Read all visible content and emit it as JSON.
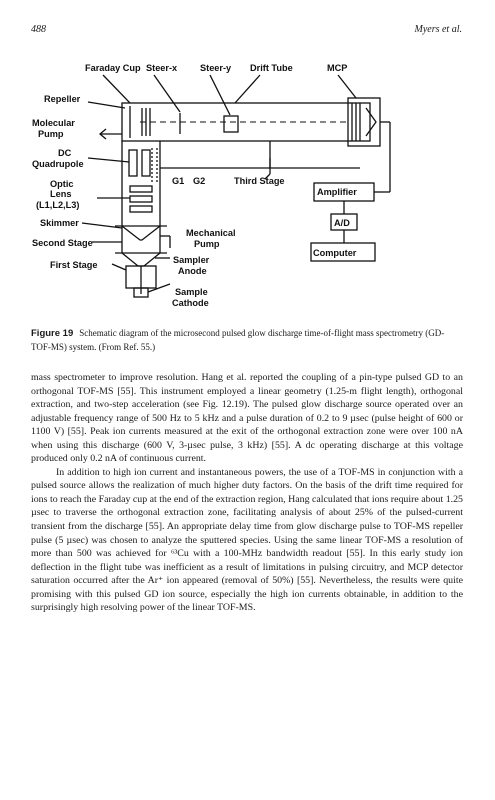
{
  "header": {
    "page_number": "488",
    "running_author": "Myers et al."
  },
  "figure": {
    "labels": {
      "faraday_cup": "Faraday Cup",
      "steer_x": "Steer-x",
      "steer_y": "Steer-y",
      "drift_tube": "Drift Tube",
      "mcp": "MCP",
      "repeller": "Repeller",
      "molecular_pump_1": "Molecular",
      "molecular_pump_2": "Pump",
      "dc_quadrupole_1": "DC",
      "dc_quadrupole_2": "Quadrupole",
      "optic_lens_1": "Optic",
      "optic_lens_2": "Lens",
      "optic_lens_3": "(L1,L2,L3)",
      "g1": "G1",
      "g2": "G2",
      "third_stage": "Third Stage",
      "amplifier": "Amplifier",
      "skimmer": "Skimmer",
      "mechanical_pump_1": "Mechanical",
      "mechanical_pump_2": "Pump",
      "ad": "A/D",
      "second_stage": "Second Stage",
      "computer": "Computer",
      "first_stage": "First Stage",
      "sampler_anode_1": "Sampler",
      "sampler_anode_2": "Anode",
      "sample_cathode_1": "Sample",
      "sample_cathode_2": "Cathode"
    }
  },
  "caption": {
    "figure_number": "Figure 19",
    "text": "Schematic diagram of the microsecond pulsed glow discharge time-of-flight mass spectrometry (GD-TOF-MS) system. (From Ref. 55.)"
  },
  "body": {
    "paragraph_1": "mass spectrometer to improve resolution. Hang et al. reported the coupling of a pin-type pulsed GD to an orthogonal TOF-MS [55]. This instrument employed a linear geometry (1.25-m flight length), orthogonal extraction, and two-step acceleration (see Fig. 12.19). The pulsed glow discharge source operated over an adjustable frequency range of 500 Hz to 5 kHz and a pulse duration of 0.2 to 9 µsec (pulse height of 600 or 1100 V) [55]. Peak ion currents measured at the exit of the orthogonal extraction zone were over 100 nA when using this discharge (600 V, 3-µsec pulse, 3 kHz) [55]. A dc operating discharge at this voltage produced only 0.2 nA of continuous current.",
    "paragraph_2": "In addition to high ion current and instantaneous powers, the use of a TOF-MS in conjunction with a pulsed source allows the realization of much higher duty factors. On the basis of the drift time required for ions to reach the Faraday cup at the end of the extraction region, Hang calculated that ions require about 1.25 µsec to traverse the orthogonal extraction zone, facilitating analysis of about 25% of the pulsed-current transient from the discharge [55]. An appropriate delay time from glow discharge pulse to TOF-MS repeller pulse (5 µsec) was chosen to analyze the sputtered species. Using the same linear TOF-MS a resolution of more than 500 was achieved for ⁶³Cu with a 100-MHz bandwidth readout [55]. In this early study ion deflection in the flight tube was inefficient as a result of limitations in pulsing circuitry, and MCP detector saturation occurred after the Ar⁺ ion appeared (removal of 50%) [55]. Nevertheless, the results were quite promising with this pulsed GD ion source, especially the high ion currents obtainable, in addition to the surprisingly high resolving power of the linear TOF-MS."
  }
}
